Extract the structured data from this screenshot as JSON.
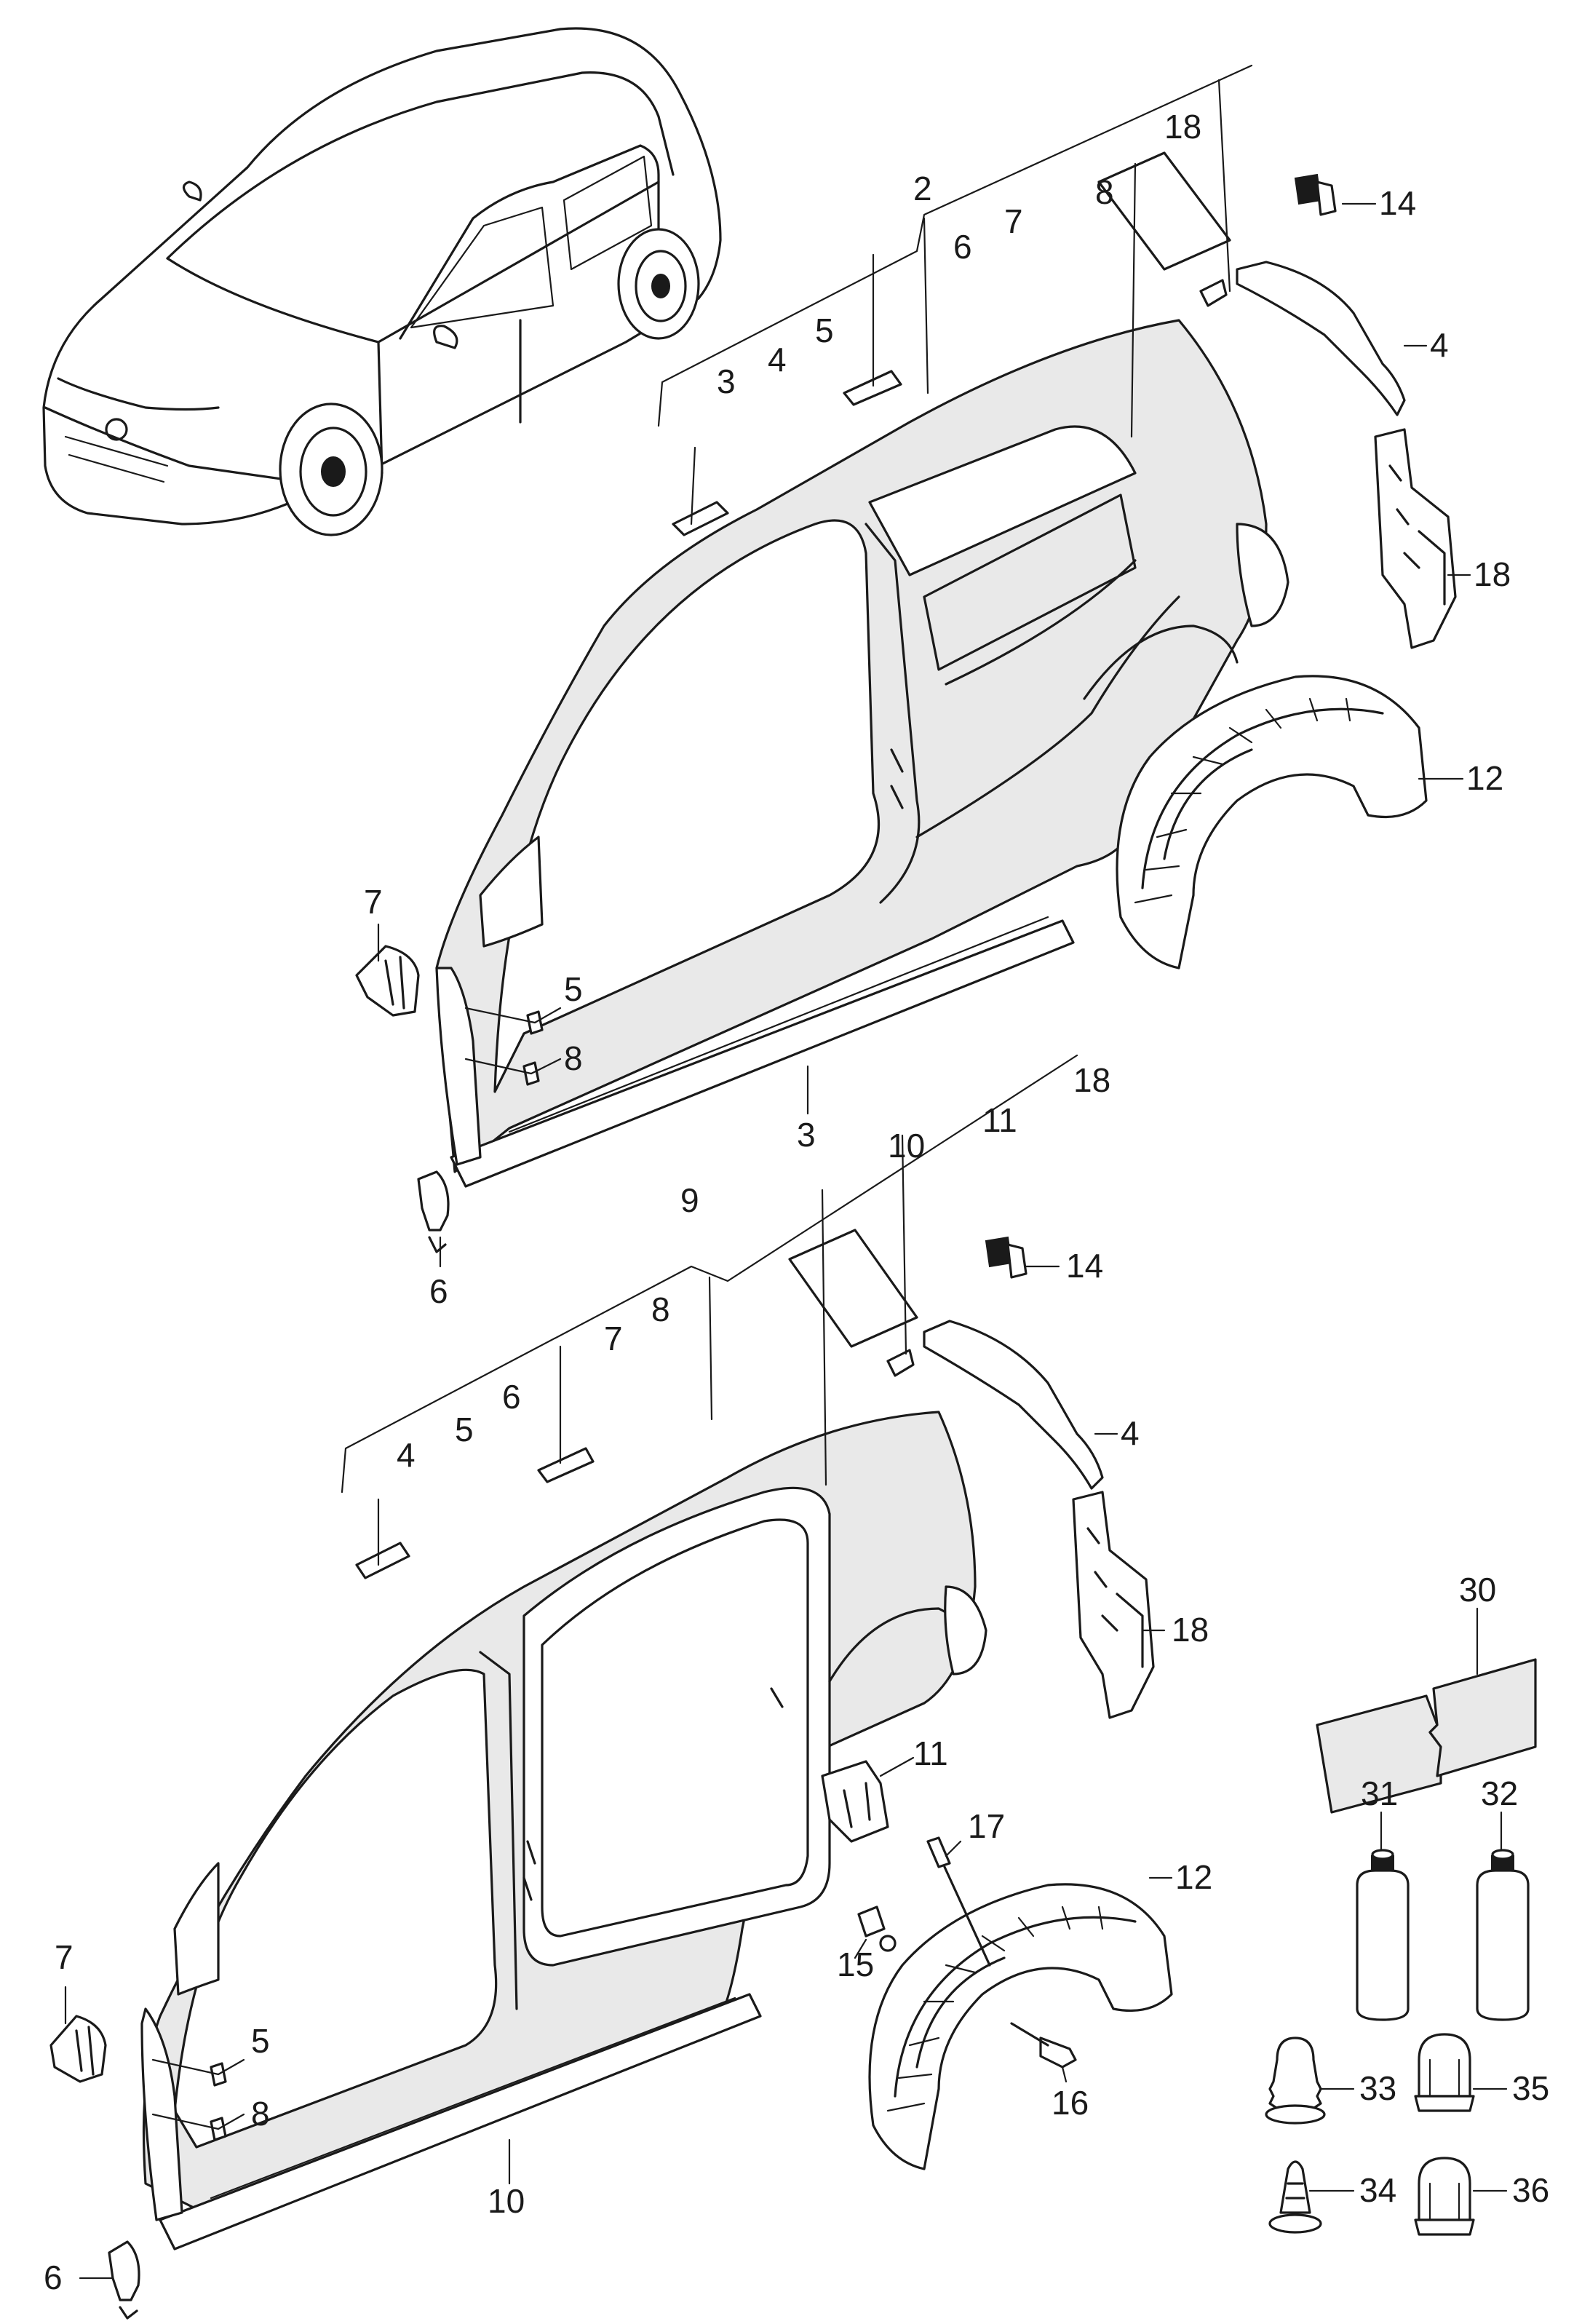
{
  "callouts": {
    "top": {
      "c2": "2",
      "c3": "3",
      "c4": "4",
      "c5": "5",
      "c6": "6",
      "c7": "7",
      "c8": "8",
      "c18": "18",
      "c14": "14",
      "c4r": "4",
      "c18r": "18",
      "c12": "12",
      "c7l": "7",
      "c5l": "5",
      "c8l": "8",
      "c6l": "6",
      "c3b": "3"
    },
    "bottom": {
      "c9": "9",
      "c4": "4",
      "c5": "5",
      "c6": "6",
      "c7": "7",
      "c8": "8",
      "c10": "10",
      "c11": "11",
      "c18": "18",
      "c14": "14",
      "c4r": "4",
      "c18r": "18",
      "c11r": "11",
      "c17": "17",
      "c12": "12",
      "c15": "15",
      "c16": "16",
      "c7l": "7",
      "c5l": "5",
      "c8l": "8",
      "c6l": "6",
      "c10b": "10"
    },
    "parts": {
      "c30": "30",
      "c31": "31",
      "c32": "32",
      "c33": "33",
      "c34": "34",
      "c35": "35",
      "c36": "36"
    }
  }
}
